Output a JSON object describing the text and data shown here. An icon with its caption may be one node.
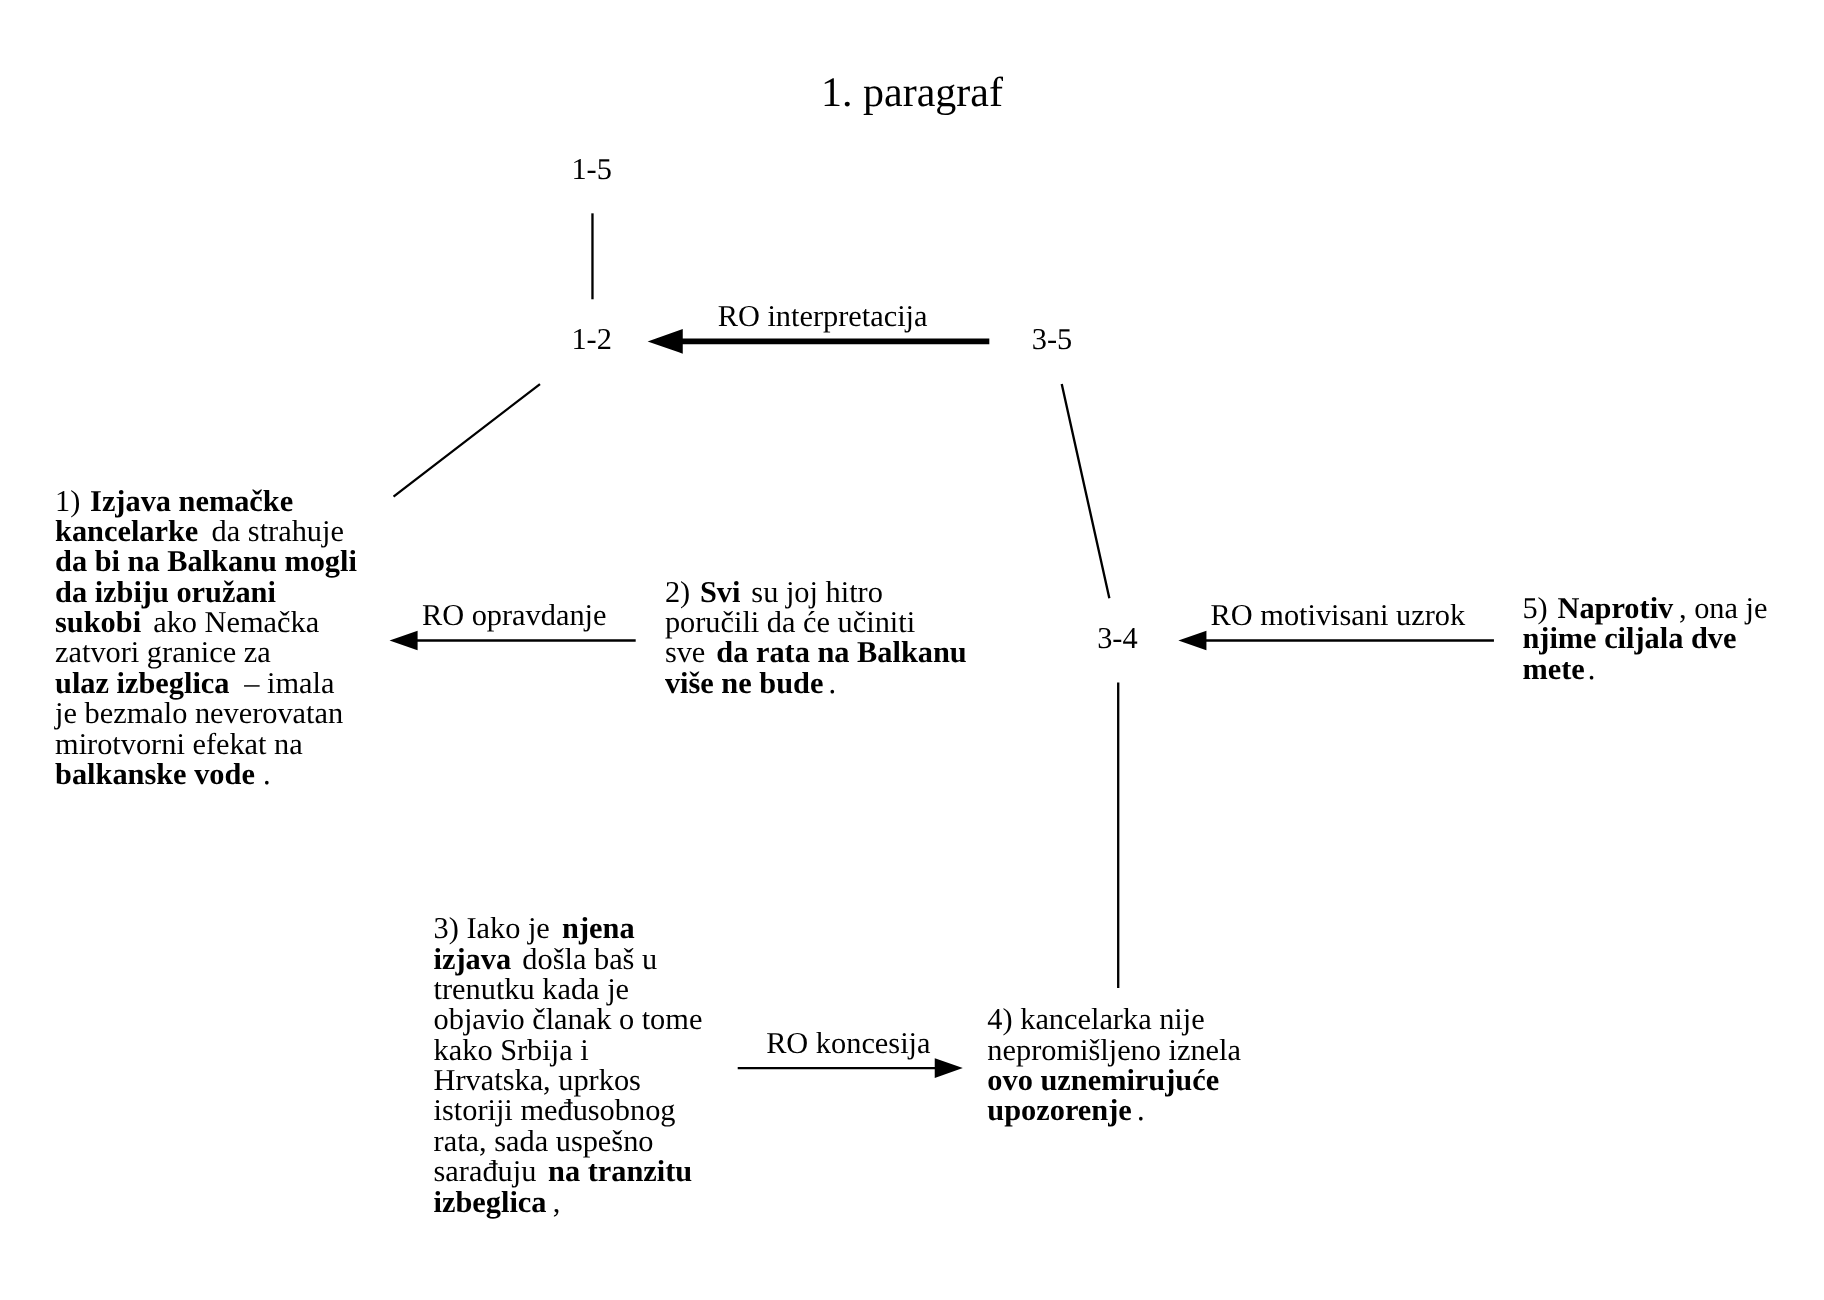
{
  "diagram": {
    "title": "1. paragraf",
    "nodes": [
      {
        "text": [
          "1-5"
        ]
      },
      {
        "text": [
          "1-2"
        ]
      },
      {
        "text": [
          "3-5"
        ]
      },
      {
        "text": [
          "1) **Izjava nemačke kancelarke** da strahuje **da bi na Balkanu mogli da izbiju oružani sukobi** ako Nemačka zatvori granice za **ulaz izbeglica** – imala je bezmalo neverovatan mirotvorni efekat na **balkanske vode**."
        ]
      },
      {
        "text": [
          "2) **Svi** su joj hitro poručili da će učiniti sve **da rata na Balkanu više ne bude**."
        ]
      },
      {
        "text": [
          "3-4"
        ]
      },
      {
        "text": [
          "5) **Naprotiv**, ona je **njime ciljala dve mete**."
        ]
      },
      {
        "text": [
          "3) Iako je **njena izjava** došla baš u trenutku kada je objavio članak o tome kako Srbija i Hrvatska, uprkos istoriji međusobnog rata, sada uspešno sarađuju **na tranzitu izbeglica**,"
        ]
      },
      {
        "text": [
          "4) kancelarka nije nepromišljeno iznela **ovo uznemirujuće upozorenje**."
        ]
      }
    ],
    "edges": [
      {
        "from": 0,
        "to": 1,
        "arrow": "none"
      },
      {
        "from": 2,
        "to": 1,
        "arrow": "to",
        "label": "RO interpretacija",
        "style": "thick"
      },
      {
        "from": 1,
        "to": 3,
        "arrow": "none"
      },
      {
        "from": 4,
        "to": 3,
        "arrow": "to",
        "label": "RO opravdanje"
      },
      {
        "from": 2,
        "to": 5,
        "arrow": "none"
      },
      {
        "from": 6,
        "to": 5,
        "arrow": "to",
        "label": "RO motivisani uzrok"
      },
      {
        "from": 5,
        "to": 8,
        "arrow": "none"
      },
      {
        "from": 7,
        "to": 8,
        "arrow": "to",
        "label": "RO koncesija"
      }
    ]
  }
}
